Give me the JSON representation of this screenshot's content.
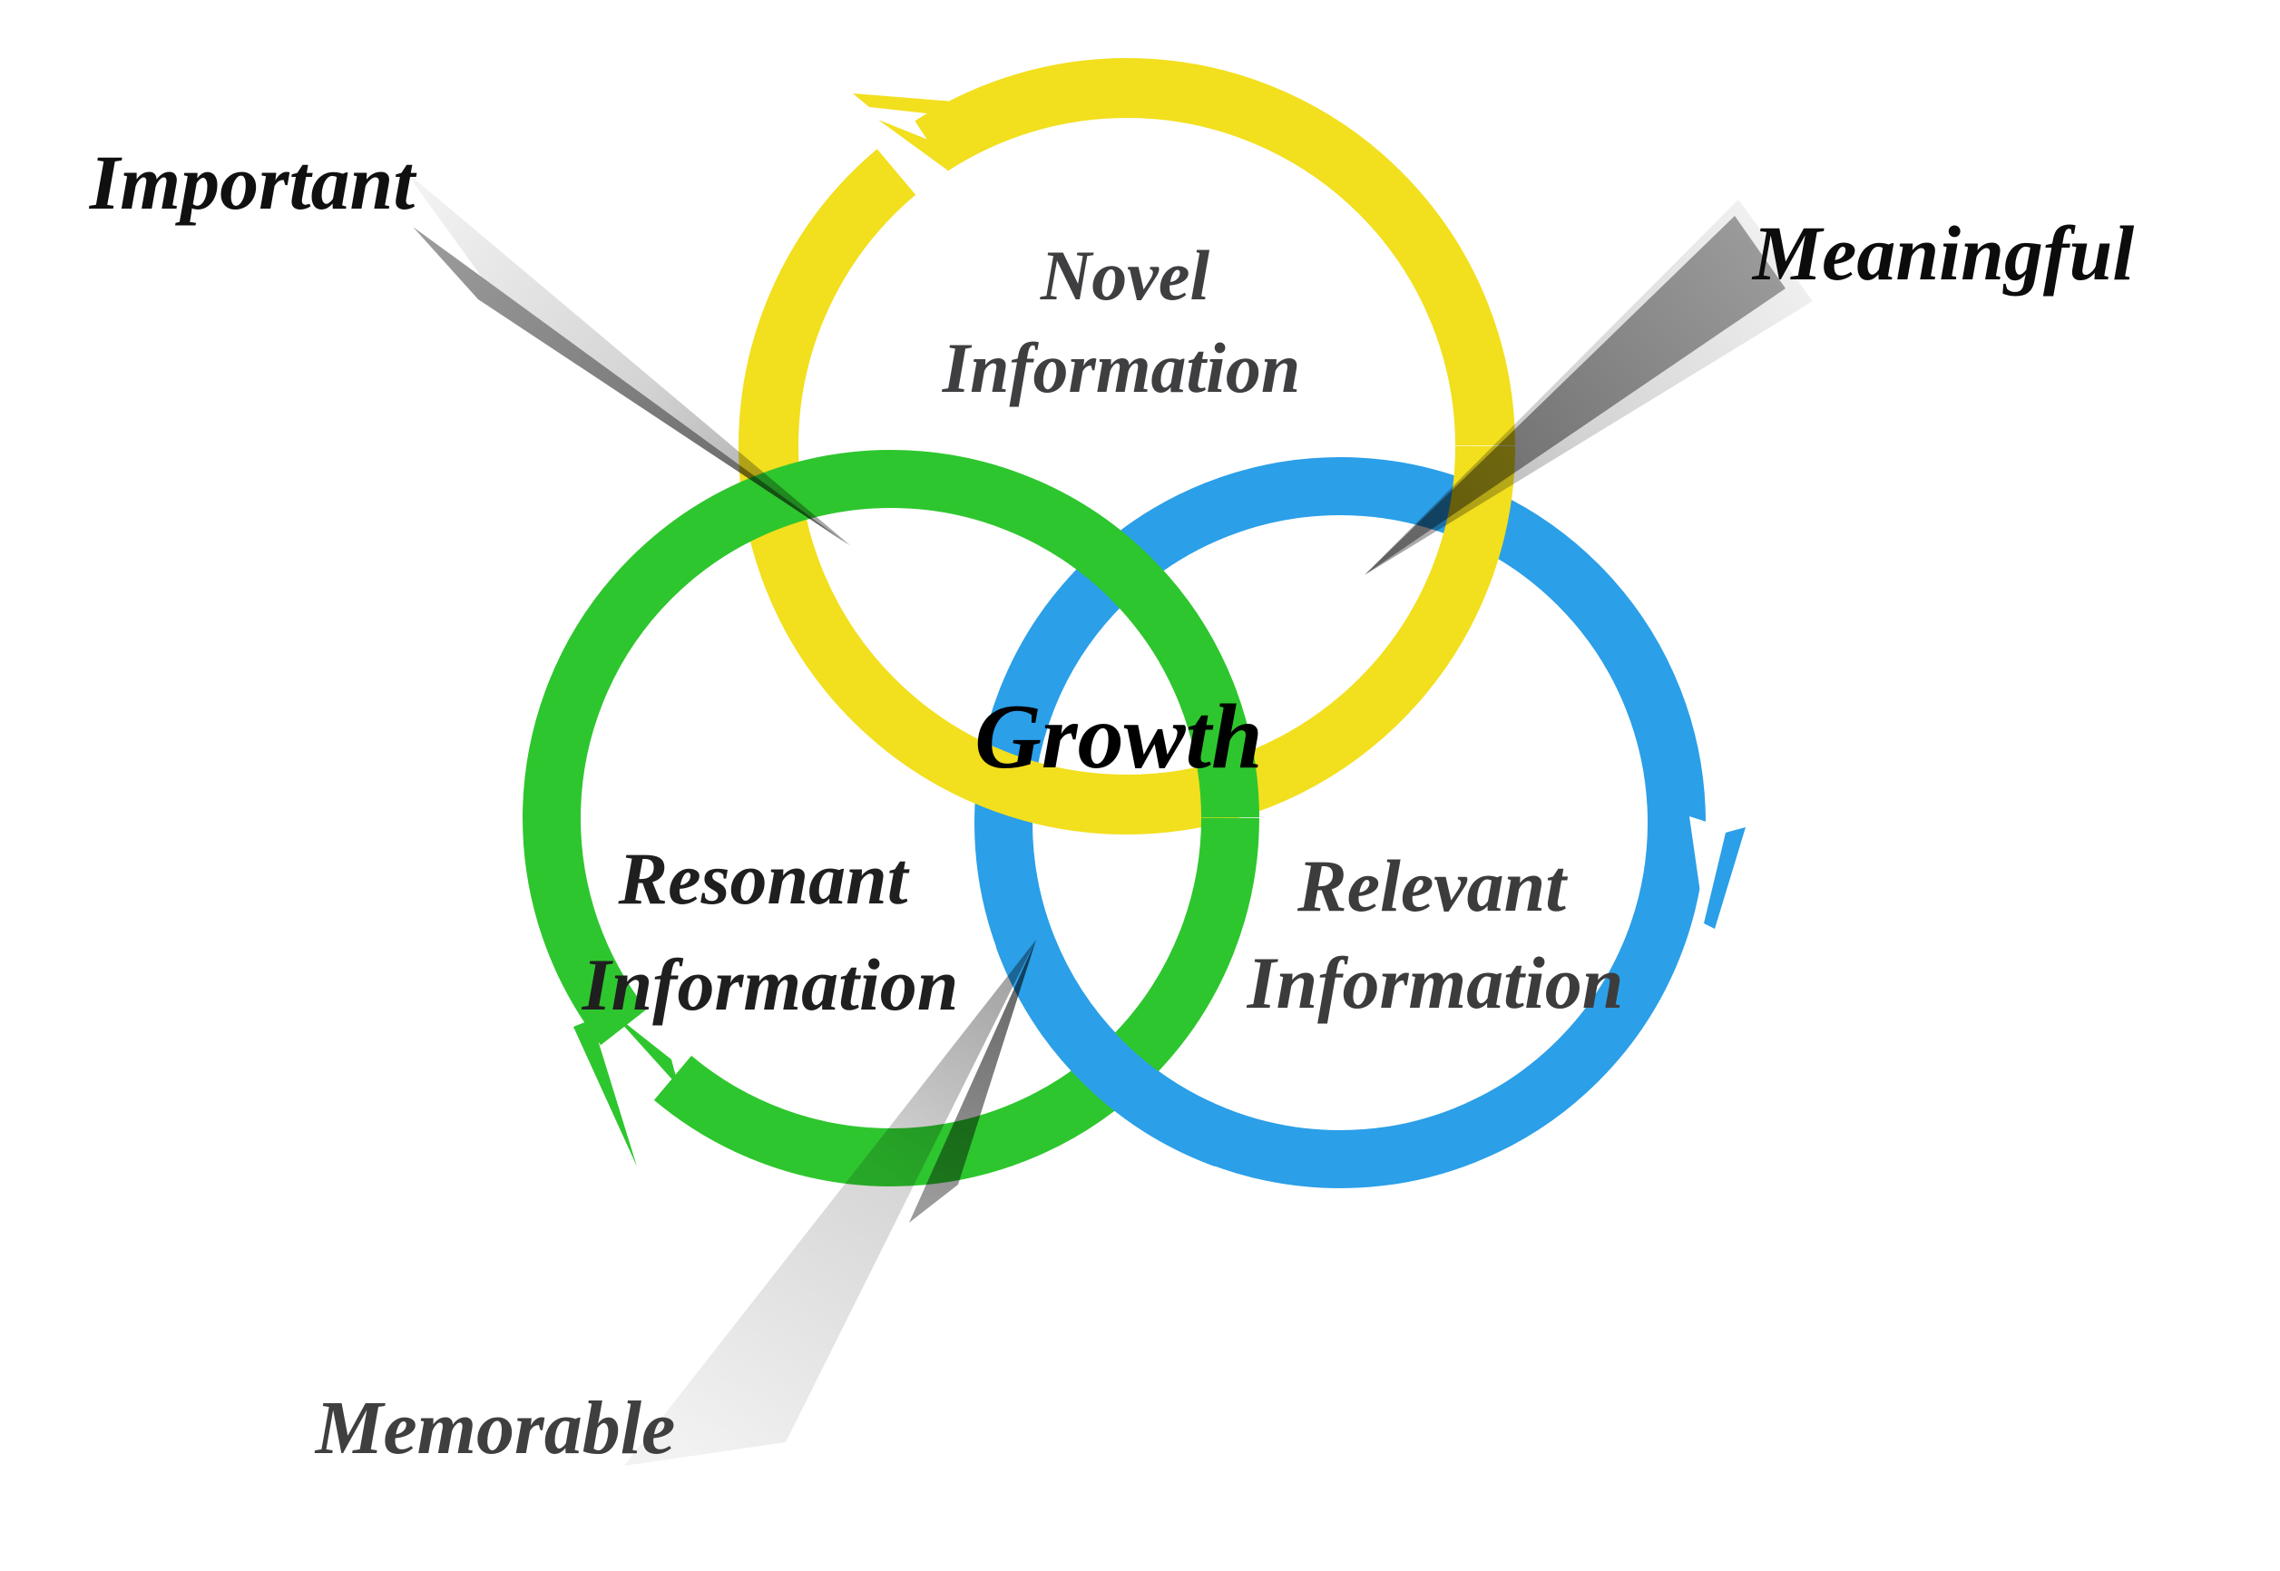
{
  "diagram": {
    "background": "#ffffff",
    "center_label": {
      "text": "Growth",
      "color": "#000000"
    },
    "circles": [
      {
        "id": "novel",
        "label_lines": [
          "Novel",
          "Information"
        ],
        "color": "#F2DF1E",
        "text_color": "#3F3F42"
      },
      {
        "id": "resonant",
        "label_lines": [
          "Resonant",
          "Information"
        ],
        "color": "#2EC62E",
        "text_color": "#1F1F1F"
      },
      {
        "id": "relevant",
        "label_lines": [
          "Relevant",
          "Information"
        ],
        "color": "#2B9FE8",
        "text_color": "#3C3C3C"
      }
    ],
    "callouts": [
      {
        "id": "important",
        "label": "Important",
        "position": "top-left",
        "color": "#101010"
      },
      {
        "id": "meaningful",
        "label": "Meaningful",
        "position": "top-right",
        "color": "#0C0C0C"
      },
      {
        "id": "memorable",
        "label": "Memorable",
        "position": "bottom-left",
        "color": "#3F3F3F"
      }
    ],
    "pointer_colors": {
      "light_start": "#F2F2F2",
      "light_end": "#A0A0A0",
      "dark": "#6E6E6E"
    }
  }
}
